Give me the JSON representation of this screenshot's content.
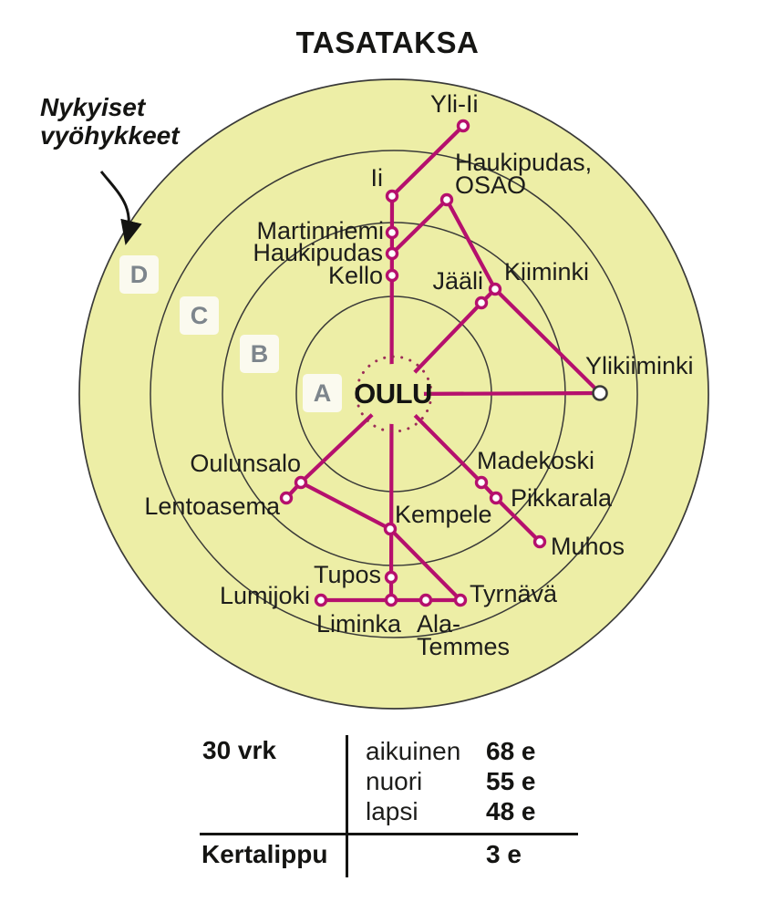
{
  "title": "TASATAKSA",
  "annotation": "Nykyiset\nvyöhykkeet",
  "zones": [
    {
      "label": "D"
    },
    {
      "label": "C"
    },
    {
      "label": "B"
    },
    {
      "label": "A"
    }
  ],
  "map": {
    "center": "OULU",
    "stations": [
      {
        "name": "Yli-Ii"
      },
      {
        "name": "Ii"
      },
      {
        "name": "Haukipudas,\nOSAO"
      },
      {
        "name": "Martinniemi"
      },
      {
        "name": "Haukipudas"
      },
      {
        "name": "Kello"
      },
      {
        "name": "Jääli"
      },
      {
        "name": "Kiiminki"
      },
      {
        "name": "Ylikiiminki"
      },
      {
        "name": "Oulunsalo"
      },
      {
        "name": "Lentoasema"
      },
      {
        "name": "Madekoski"
      },
      {
        "name": "Pikkarala"
      },
      {
        "name": "Muhos"
      },
      {
        "name": "Kempele"
      },
      {
        "name": "Tupos"
      },
      {
        "name": "Lumijoki"
      },
      {
        "name": "Liminka"
      },
      {
        "name": "Ala-\nTemmes"
      },
      {
        "name": "Tyrnävä"
      }
    ]
  },
  "fares": {
    "period": "30 vrk",
    "rows": [
      {
        "label": "aikuinen",
        "price": "68 e"
      },
      {
        "label": "nuori",
        "price": "55 e"
      },
      {
        "label": "lapsi",
        "price": "48 e"
      }
    ],
    "single": {
      "label": "Kertalippu",
      "price": "3 e"
    }
  },
  "colors": {
    "zone_fill": "#edeea6",
    "route_line": "#b5106d",
    "outline": "#3a3a38",
    "zone_letter": "#7d858c",
    "node_fill": "#ffffff",
    "dotted_ring": "#9c2d57"
  }
}
